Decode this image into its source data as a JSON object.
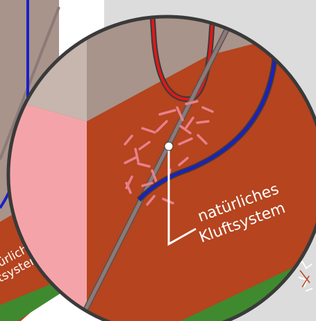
{
  "colors": {
    "rock": "#b5441f",
    "rock_dark": "#9c3a1a",
    "overburden": "#a8948a",
    "overburden_light": "#c6b6ad",
    "pink_face": "#f4a4a8",
    "light_grey_bg": "#dcdcdc",
    "lens_border": "#3a3a3a",
    "blue_well": "#1a1fc8",
    "red_well": "#e01818",
    "fault": "#8c7a78",
    "fracture": "#e8808a",
    "green_surface": "#3f8a2e",
    "label": "#ffffff"
  },
  "labels": {
    "lens_line1": "natürliches",
    "lens_line2": "Kluftsystem",
    "bg_line1": "ürliches",
    "bg_line2": "ftsystem"
  }
}
